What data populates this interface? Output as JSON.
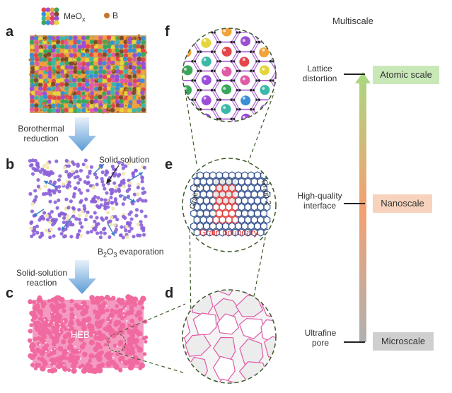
{
  "header": {
    "multiscale": "Multiscale"
  },
  "panels": {
    "a": "a",
    "b": "b",
    "c": "c",
    "d": "d",
    "e": "e",
    "f": "f"
  },
  "legend": {
    "meox_label": "MeO",
    "meox_sub": "x",
    "b_label": "B"
  },
  "steps": {
    "borothermal_line1": "Borothermal",
    "borothermal_line2": "reduction",
    "solid_solution_line1": "Solid-solution",
    "solid_solution_line2": "reaction"
  },
  "annotations": {
    "solid_solution": "Solid solution",
    "b2o3_prefix": "B",
    "b2o3_sub1": "2",
    "b2o3_mid": "O",
    "b2o3_sub2": "3",
    "b2o3_suffix": " evaporation",
    "heb": "HEB",
    "grain1": "Grain 1",
    "grain2": "Grain 2",
    "grain_boundary": "Grain boundary"
  },
  "scale": {
    "levels": [
      {
        "label_line1": "Lattice",
        "label_line2": "distortion",
        "box": "Atomic scale",
        "color": "#c9e8b8"
      },
      {
        "label_line1": "High-quality",
        "label_line2": "interface",
        "box": "Nanoscale",
        "color": "#f7d3bd"
      },
      {
        "label_line1": "Ultrafine",
        "label_line2": "pore",
        "box": "Microscale",
        "color": "#cfcfcf"
      }
    ]
  },
  "colors": {
    "arrow_top": "#a8d880",
    "arrow_mid": "#f4a070",
    "arrow_bottom": "#b0b0b0",
    "purple": "#8a5fd8",
    "pink": "#f06aa0",
    "circle_dash": "#3c5a2a",
    "blue_arrow": "#5b9bd5"
  }
}
